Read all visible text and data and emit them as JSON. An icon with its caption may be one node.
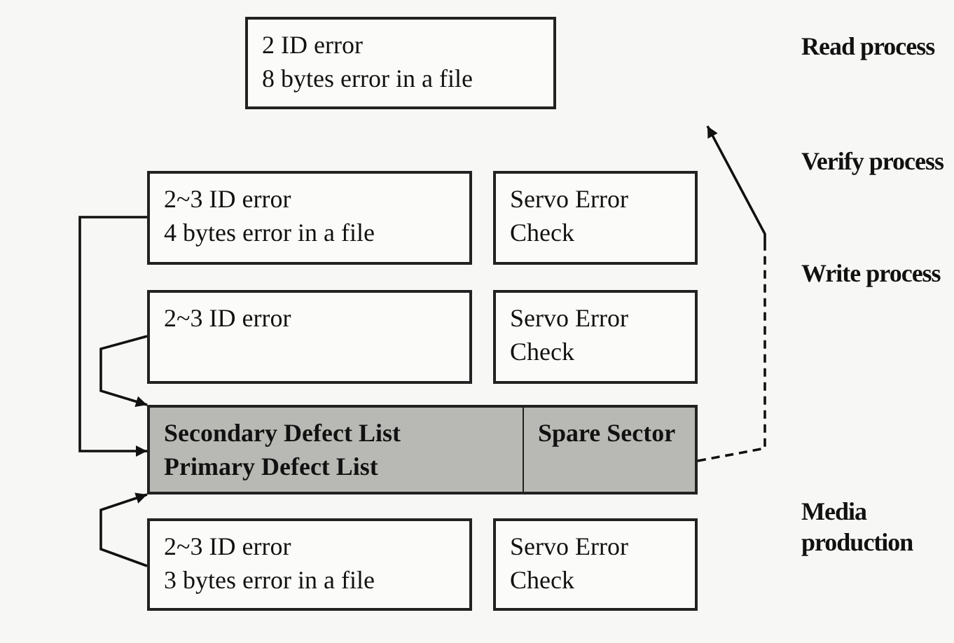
{
  "diagram": {
    "nodes": [
      {
        "text": [
          "2 ID error",
          "8 bytes error in a file"
        ]
      },
      {
        "text": [
          "2~3 ID error",
          "4 bytes error in a file"
        ]
      },
      {
        "text": [
          "Servo Error Check"
        ]
      },
      {
        "text": [
          "2~3 ID error"
        ]
      },
      {
        "text": [
          "Servo Error Check"
        ]
      },
      {
        "text": [
          "Secondary Defect List",
          "Primary Defect List"
        ]
      },
      {
        "text": [
          "Spare Sector"
        ]
      },
      {
        "text": [
          "2~3 ID error",
          "3 bytes error in a file"
        ]
      },
      {
        "text": [
          "Servo Error Check"
        ]
      }
    ],
    "edges": [
      {
        "from": 1,
        "to": 5,
        "arrow": "to"
      },
      {
        "from": 3,
        "to": 5,
        "arrow": "to"
      },
      {
        "from": 7,
        "to": 5,
        "arrow": "to"
      },
      {
        "from": 6,
        "to": null,
        "arrow": "to",
        "style": "dashed"
      }
    ],
    "labels": [
      "Read process",
      "Verify process",
      "Write process",
      "Media production"
    ]
  }
}
